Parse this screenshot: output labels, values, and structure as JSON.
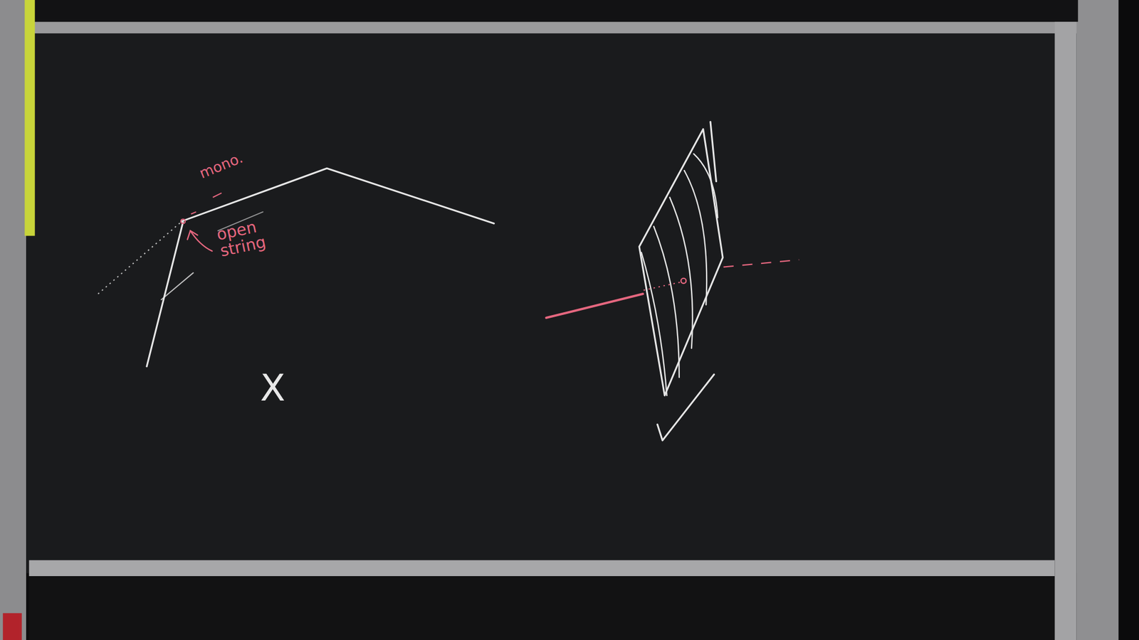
{
  "diagram": {
    "labels": [
      "mono.",
      "open string",
      "X"
    ]
  }
}
